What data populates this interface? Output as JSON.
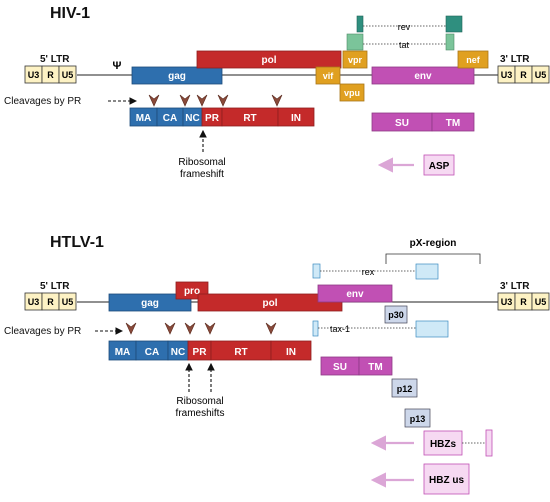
{
  "hiv": {
    "title": "HIV-1",
    "ltr5": "5' LTR",
    "ltr3": "3' LTR",
    "ltr_cells": [
      "U3",
      "R",
      "U5"
    ],
    "psi": "Ψ",
    "genes": {
      "gag": "gag",
      "pol": "pol",
      "vif": "vif",
      "vpr": "vpr",
      "vpu": "vpu",
      "env": "env",
      "nef": "nef",
      "rev": "rev",
      "tat": "tat"
    },
    "cleavage_label": "Cleavages by PR",
    "polyprotein": [
      "MA",
      "CA",
      "NC",
      "PR",
      "RT",
      "IN"
    ],
    "env_products": [
      "SU",
      "TM"
    ],
    "frameshift_label_1": "Ribosomal",
    "frameshift_label_2": "frameshift",
    "asp": "ASP"
  },
  "htlv": {
    "title": "HTLV-1",
    "ltr5": "5' LTR",
    "ltr3": "3' LTR",
    "ltr_cells": [
      "U3",
      "R",
      "U5"
    ],
    "px_region": "pX-region",
    "genes": {
      "gag": "gag",
      "pro": "pro",
      "pol": "pol",
      "env": "env",
      "rex": "rex",
      "tax": "tax-1"
    },
    "cleavage_label": "Cleavages by PR",
    "polyprotein": [
      "MA",
      "CA",
      "NC",
      "PR",
      "RT",
      "IN"
    ],
    "env_products": [
      "SU",
      "TM"
    ],
    "accessory": [
      "p30",
      "p12",
      "p13"
    ],
    "frameshift_label_1": "Ribosomal",
    "frameshift_label_2": "frameshifts",
    "hbz_s": "HBZs",
    "hbz_us": "HBZ us"
  },
  "colors": {
    "gag_blue": "#2e6fae",
    "pol_red": "#c42a2a",
    "orange": "#e0a020",
    "env_magenta": "#c150b4",
    "ltr_yellow": "#fdf2c4",
    "teal": "#2f8f7f",
    "light_green": "#7bc49a",
    "light_blue": "#cfe9f7",
    "accessory_blue": "#cdd7ea",
    "pink_light": "#f6d9f2",
    "arrow_pink": "#dba6d6",
    "cleavage": "#8a4a3a"
  }
}
